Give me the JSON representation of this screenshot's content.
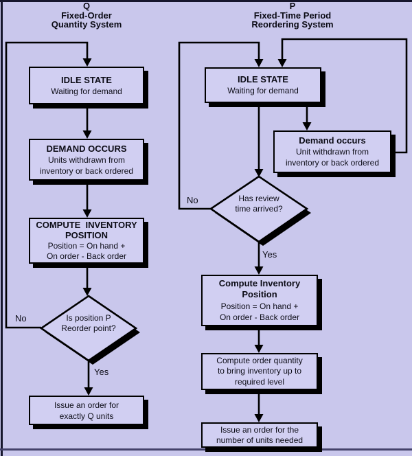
{
  "colors": {
    "background": "#c9c7ec",
    "box_fill": "#d1cff2",
    "line": "#000000",
    "shadow": "#000000",
    "frame_border": "#16162c",
    "bottom_rule": "#44426a"
  },
  "q_column": {
    "title": [
      "Q",
      "Fixed-Order",
      "Quantity System"
    ],
    "idle": {
      "heading": "IDLE STATE",
      "body": [
        "Waiting for demand"
      ]
    },
    "demand": {
      "heading": "DEMAND OCCURS",
      "body": [
        "Units withdrawn from",
        "inventory or back ordered"
      ]
    },
    "compute": {
      "heading1": "COMPUTE  INVENTORY",
      "heading2": "POSITION",
      "body": [
        "Position = On hand +",
        "On order - Back order"
      ]
    },
    "decision": {
      "lines": [
        "Is position P",
        "Reorder point?"
      ]
    },
    "no_label": "No",
    "yes_label": "Yes",
    "issue": {
      "body": [
        "Issue an order for",
        "exactly Q units"
      ]
    }
  },
  "p_column": {
    "title": [
      "P",
      "Fixed-Time Period",
      "Reordering System"
    ],
    "idle": {
      "heading": "IDLE STATE",
      "body": [
        "Waiting for demand"
      ]
    },
    "demand": {
      "heading": "Demand occurs",
      "body": [
        "Unit withdrawn from",
        "inventory or back ordered"
      ]
    },
    "decision": {
      "lines": [
        "Has review",
        "time arrived?"
      ]
    },
    "no_label": "No",
    "yes_label": "Yes",
    "compute": {
      "heading1": "Compute Inventory",
      "heading2": "Position",
      "body": [
        "Position = On hand +",
        "On order - Back order"
      ]
    },
    "order_qty": {
      "body": [
        "Compute order quantity",
        "to bring inventory up to",
        "required level"
      ]
    },
    "issue": {
      "body": [
        "Issue an order for the",
        "number of units needed"
      ]
    }
  }
}
